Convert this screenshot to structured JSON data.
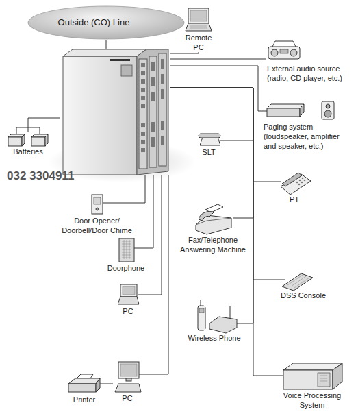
{
  "diagram": {
    "nodes": [
      {
        "text": [
          "Outside (CO) Line"
        ]
      },
      {
        "text": [
          "Remote PC"
        ]
      },
      {
        "text": [
          "External audio source (radio, CD player, etc.)"
        ]
      },
      {
        "text": []
      },
      {
        "text": [
          "Batteries"
        ]
      },
      {
        "text": [
          "Paging system (loudspeaker, amplifier and speaker, etc.)"
        ]
      },
      {
        "text": [
          "SLT"
        ]
      },
      {
        "text": [
          "PT"
        ]
      },
      {
        "text": [
          "Door Opener/ Doorbell/Door Chime"
        ]
      },
      {
        "text": [
          "Fax/Telephone Answering Machine"
        ]
      },
      {
        "text": [
          "Doorphone"
        ]
      },
      {
        "text": [
          "DSS Console"
        ]
      },
      {
        "text": [
          "PC"
        ]
      },
      {
        "text": [
          "Wireless Phone"
        ]
      },
      {
        "text": [
          "Printer"
        ]
      },
      {
        "text": [
          "PC"
        ]
      },
      {
        "text": [
          "Voice Processing System"
        ]
      }
    ],
    "edges": [
      {
        "from": 0,
        "to": 3,
        "arrow": "none"
      },
      {
        "from": 3,
        "to": 1,
        "arrow": "none"
      },
      {
        "from": 3,
        "to": 2,
        "arrow": "none"
      },
      {
        "from": 3,
        "to": 4,
        "arrow": "none"
      },
      {
        "from": 3,
        "to": 5,
        "arrow": "none"
      },
      {
        "from": 3,
        "to": 6,
        "arrow": "none"
      },
      {
        "from": 3,
        "to": 7,
        "arrow": "none"
      },
      {
        "from": 3,
        "to": 8,
        "arrow": "none"
      },
      {
        "from": 3,
        "to": 9,
        "arrow": "none"
      },
      {
        "from": 3,
        "to": 10,
        "arrow": "none"
      },
      {
        "from": 3,
        "to": 11,
        "arrow": "none"
      },
      {
        "from": 3,
        "to": 12,
        "arrow": "none"
      },
      {
        "from": 3,
        "to": 13,
        "arrow": "none"
      },
      {
        "from": 3,
        "to": 15,
        "arrow": "none"
      },
      {
        "from": 3,
        "to": 16,
        "arrow": "none"
      },
      {
        "from": 14,
        "to": 15,
        "arrow": "none"
      }
    ],
    "labels": [
      "032 3304911"
    ]
  }
}
